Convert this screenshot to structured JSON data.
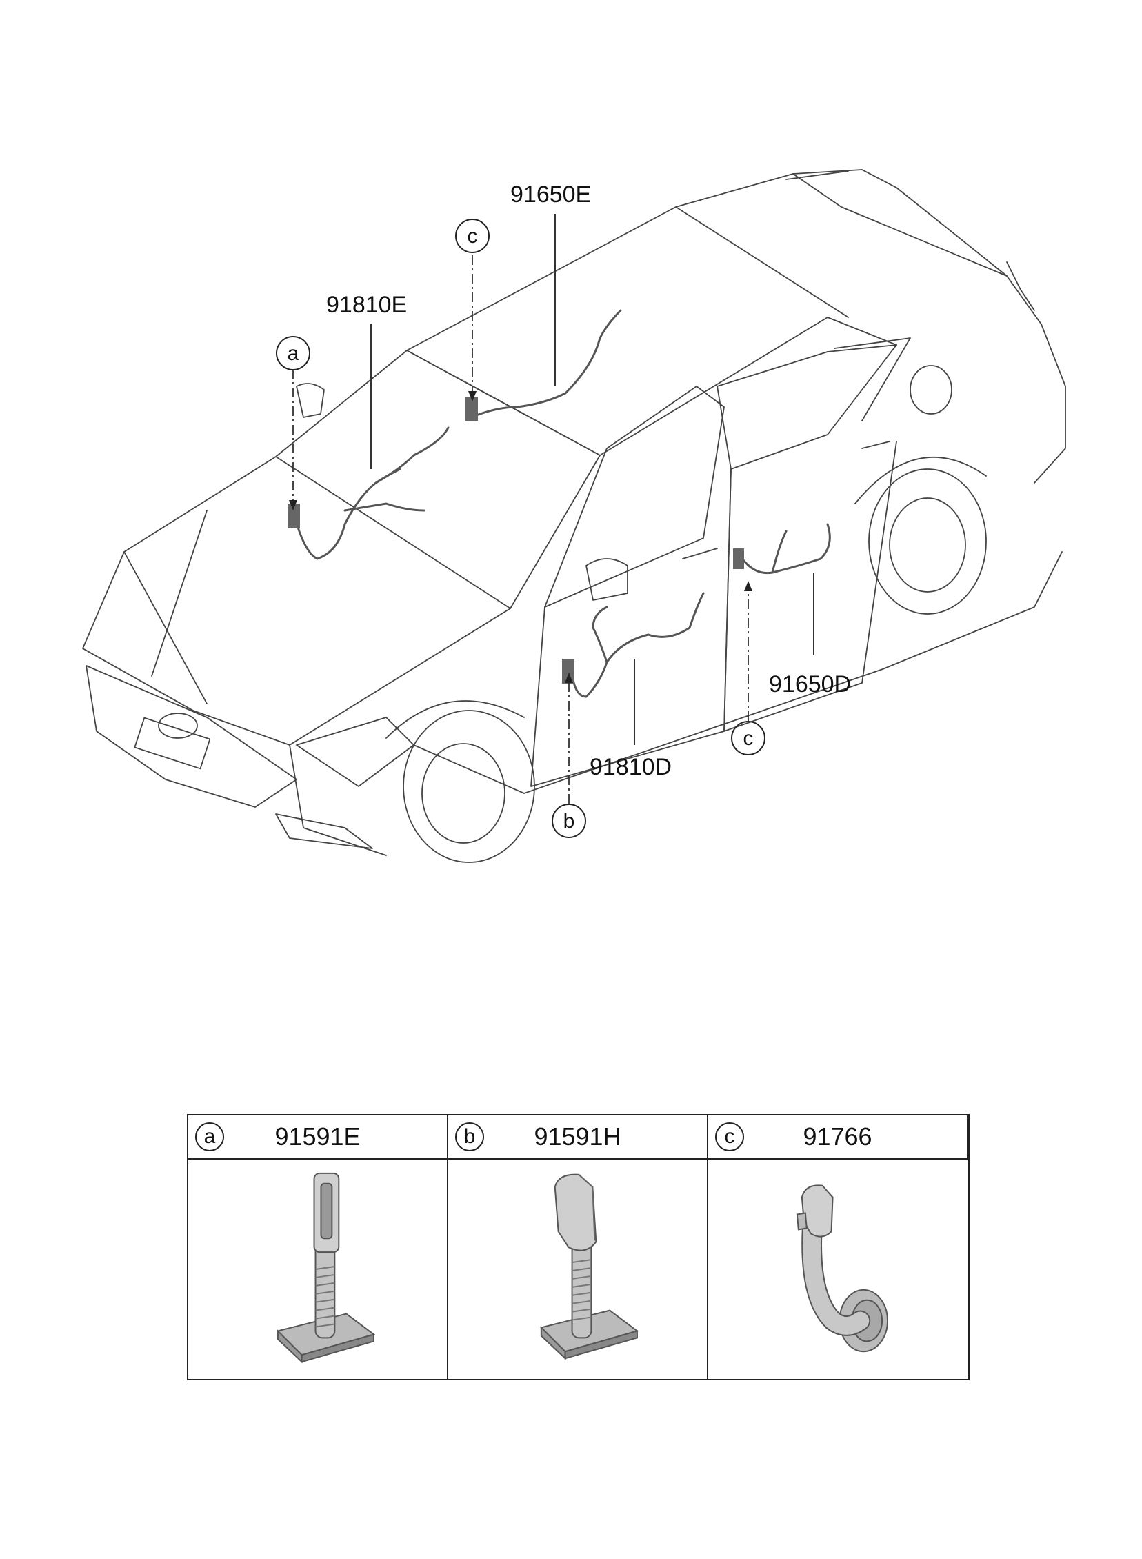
{
  "callouts": {
    "p91650E": "91650E",
    "p91810E": "91810E",
    "p91650D": "91650D",
    "p91810D": "91810D"
  },
  "markers": {
    "a": "a",
    "b": "b",
    "c_top": "c",
    "c_bottom": "c"
  },
  "legend": {
    "items": [
      {
        "letter": "a",
        "part": "91591E"
      },
      {
        "letter": "b",
        "part": "91591H"
      },
      {
        "letter": "c",
        "part": "91766"
      }
    ]
  }
}
